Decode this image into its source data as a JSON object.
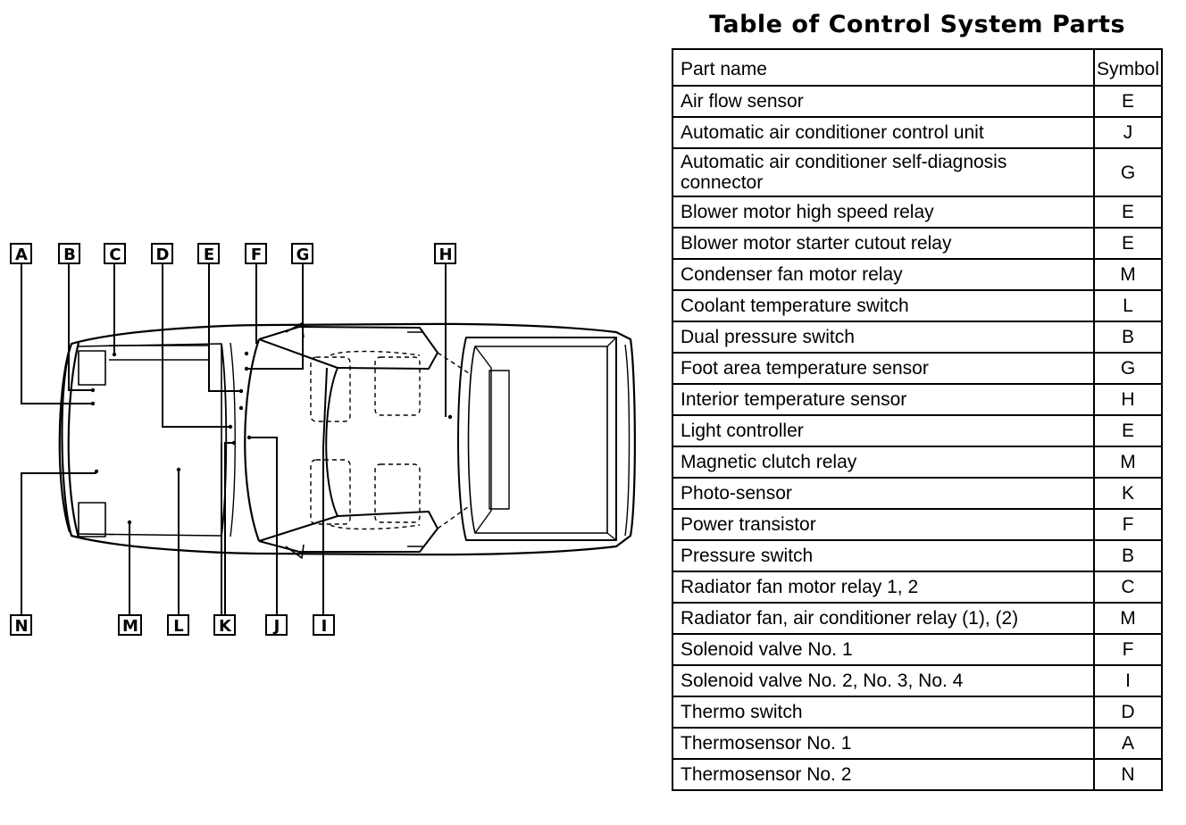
{
  "diagram": {
    "labels": [
      "A",
      "B",
      "C",
      "D",
      "E",
      "F",
      "G",
      "H",
      "N",
      "M",
      "L",
      "K",
      "J",
      "I"
    ]
  },
  "table": {
    "title": "Table of Control System Parts",
    "header": {
      "part_name": "Part name",
      "symbol": "Symbol"
    },
    "rows": [
      {
        "part": "Air flow sensor",
        "symbol": "E"
      },
      {
        "part": "Automatic air conditioner control unit",
        "symbol": "J"
      },
      {
        "part": "Automatic air conditioner self-diagnosis connector",
        "symbol": "G"
      },
      {
        "part": "Blower motor high speed relay",
        "symbol": "E"
      },
      {
        "part": "Blower motor starter cutout relay",
        "symbol": "E"
      },
      {
        "part": "Condenser fan motor relay",
        "symbol": "M"
      },
      {
        "part": "Coolant temperature switch",
        "symbol": "L"
      },
      {
        "part": "Dual pressure switch",
        "symbol": "B"
      },
      {
        "part": "Foot area temperature sensor",
        "symbol": "G"
      },
      {
        "part": "Interior temperature sensor",
        "symbol": "H"
      },
      {
        "part": "Light controller",
        "symbol": "E"
      },
      {
        "part": "Magnetic clutch relay",
        "symbol": "M"
      },
      {
        "part": "Photo-sensor",
        "symbol": "K"
      },
      {
        "part": "Power transistor",
        "symbol": "F"
      },
      {
        "part": "Pressure switch",
        "symbol": "B"
      },
      {
        "part": "Radiator fan motor relay 1, 2",
        "symbol": "C"
      },
      {
        "part": "Radiator fan, air conditioner relay (1), (2)",
        "symbol": "M"
      },
      {
        "part": "Solenoid valve No. 1",
        "symbol": "F"
      },
      {
        "part": "Solenoid valve No. 2, No. 3, No. 4",
        "symbol": "I"
      },
      {
        "part": "Thermo switch",
        "symbol": "D"
      },
      {
        "part": "Thermosensor No. 1",
        "symbol": "A"
      },
      {
        "part": "Thermosensor No. 2",
        "symbol": "N"
      }
    ]
  }
}
